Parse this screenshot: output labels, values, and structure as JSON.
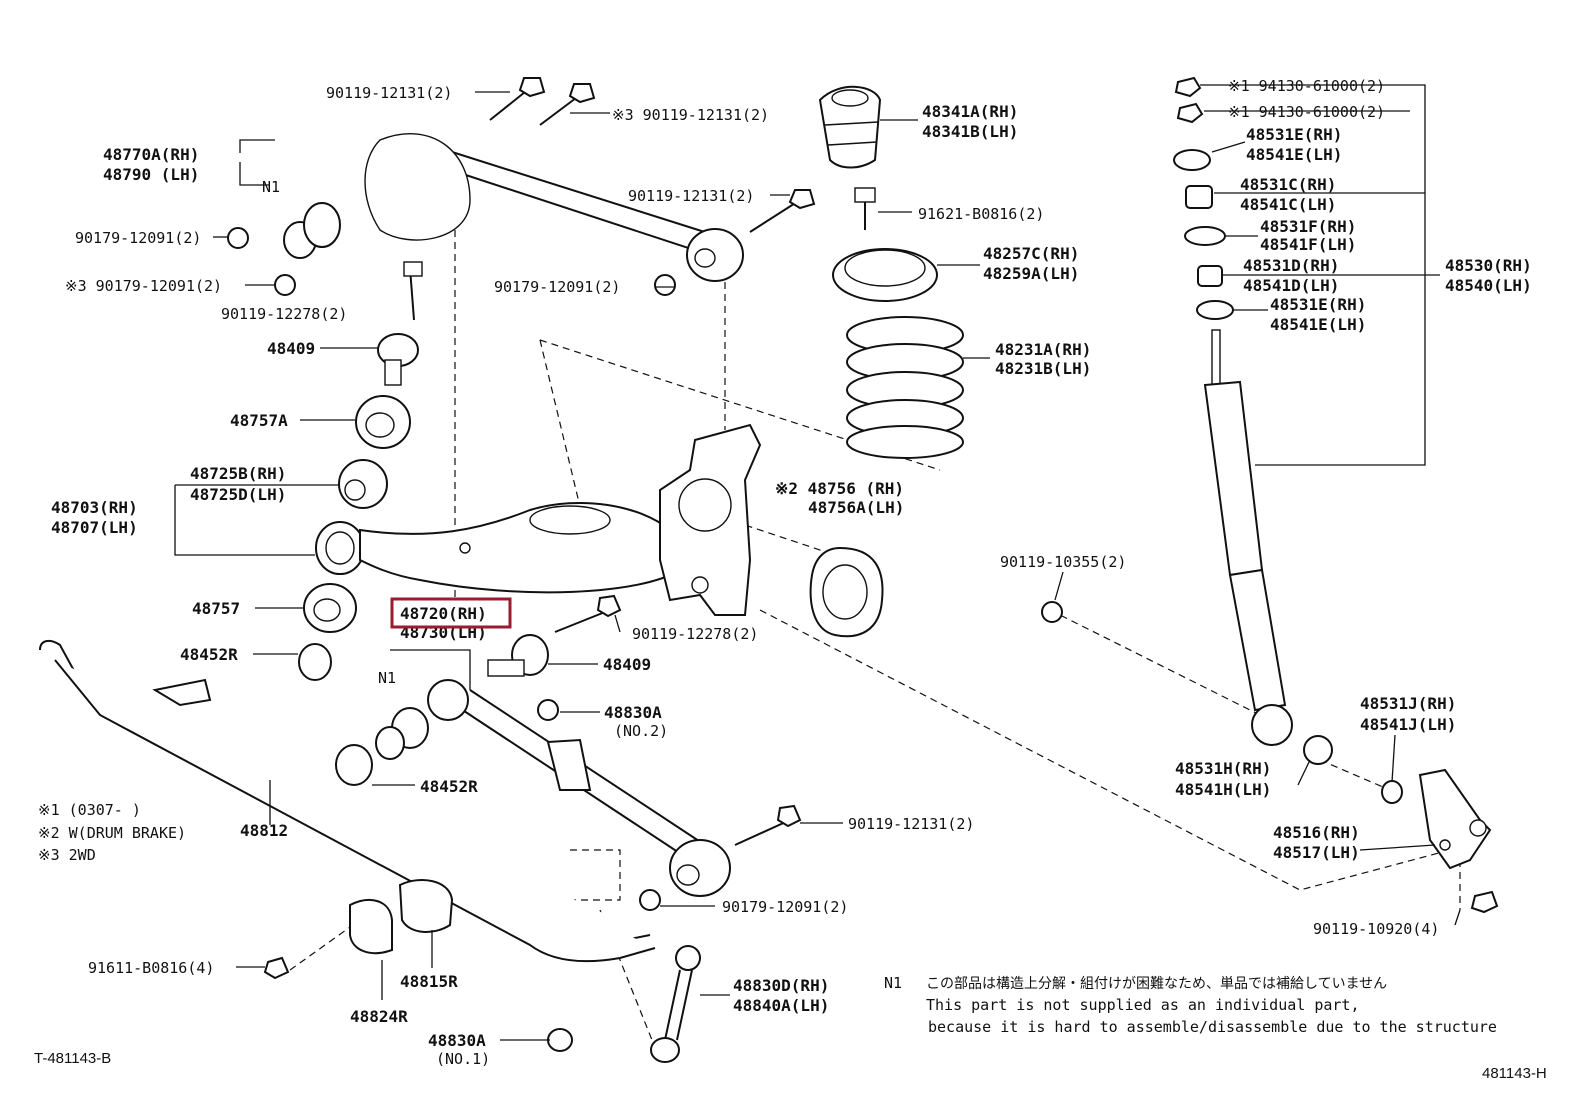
{
  "diagram": {
    "drawing_id": "T-481143-B",
    "page_id": "481143-H",
    "highlighted_part": "48720(RH)",
    "labels": {
      "bolt_top_1": "90119-12131(2)",
      "bolt_top_2": "※3 90119-12131(2)",
      "upper_arm_rh": "48770A(RH)",
      "upper_arm_lh": "48790  (LH)",
      "n1_upper": "N1",
      "nut_left_1": "90179-12091(2)",
      "nut_left_2": "※3 90179-12091(2)",
      "bolt_mid": "90119-12278(2)",
      "cam_upper": "48409",
      "bush_757a": "48757A",
      "bush_725b": "48725B(RH)",
      "bush_725d": "48725D(LH)",
      "lower_arm_rh": "48703(RH)",
      "lower_arm_lh": "48707(LH)",
      "bush_757": "48757",
      "stab_bush_1": "48452R",
      "stab_bar": "48812",
      "bolt_upper_right": "90119-12131(2)",
      "nut_upper_right": "90179-12091(2)",
      "bump_rh": "48341A(RH)",
      "bump_lh": "48341B(LH)",
      "bolt_bump": "91621-B0816(2)",
      "seat_rh": "48257C(RH)",
      "seat_lh": "48259A(LH)",
      "spring_rh": "48231A(RH)",
      "spring_lh": "48231B(LH)",
      "plate_rh": "※2 48756  (RH)",
      "plate_lh": "48756A(LH)",
      "arm_720_rh": "48720(RH)",
      "arm_730_lh": "48730(LH)",
      "bolt_lower": "90119-12278(2)",
      "cam_lower": "48409",
      "n1_lower": "N1",
      "nut_830a_2": "48830A",
      "nut_830a_2_sub": "(NO.2)",
      "stab_bush_2": "48452R",
      "bolt_lower_right": "90119-12131(2)",
      "nut_lower_right": "90179-12091(2)",
      "bolt_stab_bracket": "91611-B0816(4)",
      "bush_815r": "48815R",
      "bracket_824r": "48824R",
      "link_rh": "48830D(RH)",
      "link_lh": "48840A(LH)",
      "nut_830a_1": "48830A",
      "nut_830a_1_sub": "(NO.1)",
      "nut_941_1": "※1 94130-61000(2)",
      "nut_941_2": "※1 94130-61000(2)",
      "r531e_rh": "48531E(RH)",
      "r531e_lh": "48541E(LH)",
      "r531c_rh": "48531C(RH)",
      "r531c_lh": "48541C(LH)",
      "r531f_rh": "48531F(RH)",
      "r531f_lh": "48541F(LH)",
      "r531d_rh": "48531D(RH)",
      "r531d_lh": "48541D(LH)",
      "r531e2_rh": "48531E(RH)",
      "r531e2_lh": "48541E(LH)",
      "shock_rh": "48530(RH)",
      "shock_lh": "48540(LH)",
      "bolt_10355": "90119-10355(2)",
      "r531j_rh": "48531J(RH)",
      "r531j_lh": "48541J(LH)",
      "r531h_rh": "48531H(RH)",
      "r531h_lh": "48541H(LH)",
      "bracket_rh": "48516(RH)",
      "bracket_lh": "48517(LH)",
      "bolt_10920": "90119-10920(4)"
    },
    "legend": {
      "line1": "※1 (0307-    )",
      "line2": "※2 W(DRUM BRAKE)",
      "line3": "※3 2WD"
    },
    "footnote": {
      "mark": "N1",
      "japanese": "この部品は構造上分解・組付けが困難なため、単品では補給していません",
      "english_1": "This part is not supplied as an individual part,",
      "english_2": "because it is hard to assemble/disassemble due to the structure"
    }
  }
}
